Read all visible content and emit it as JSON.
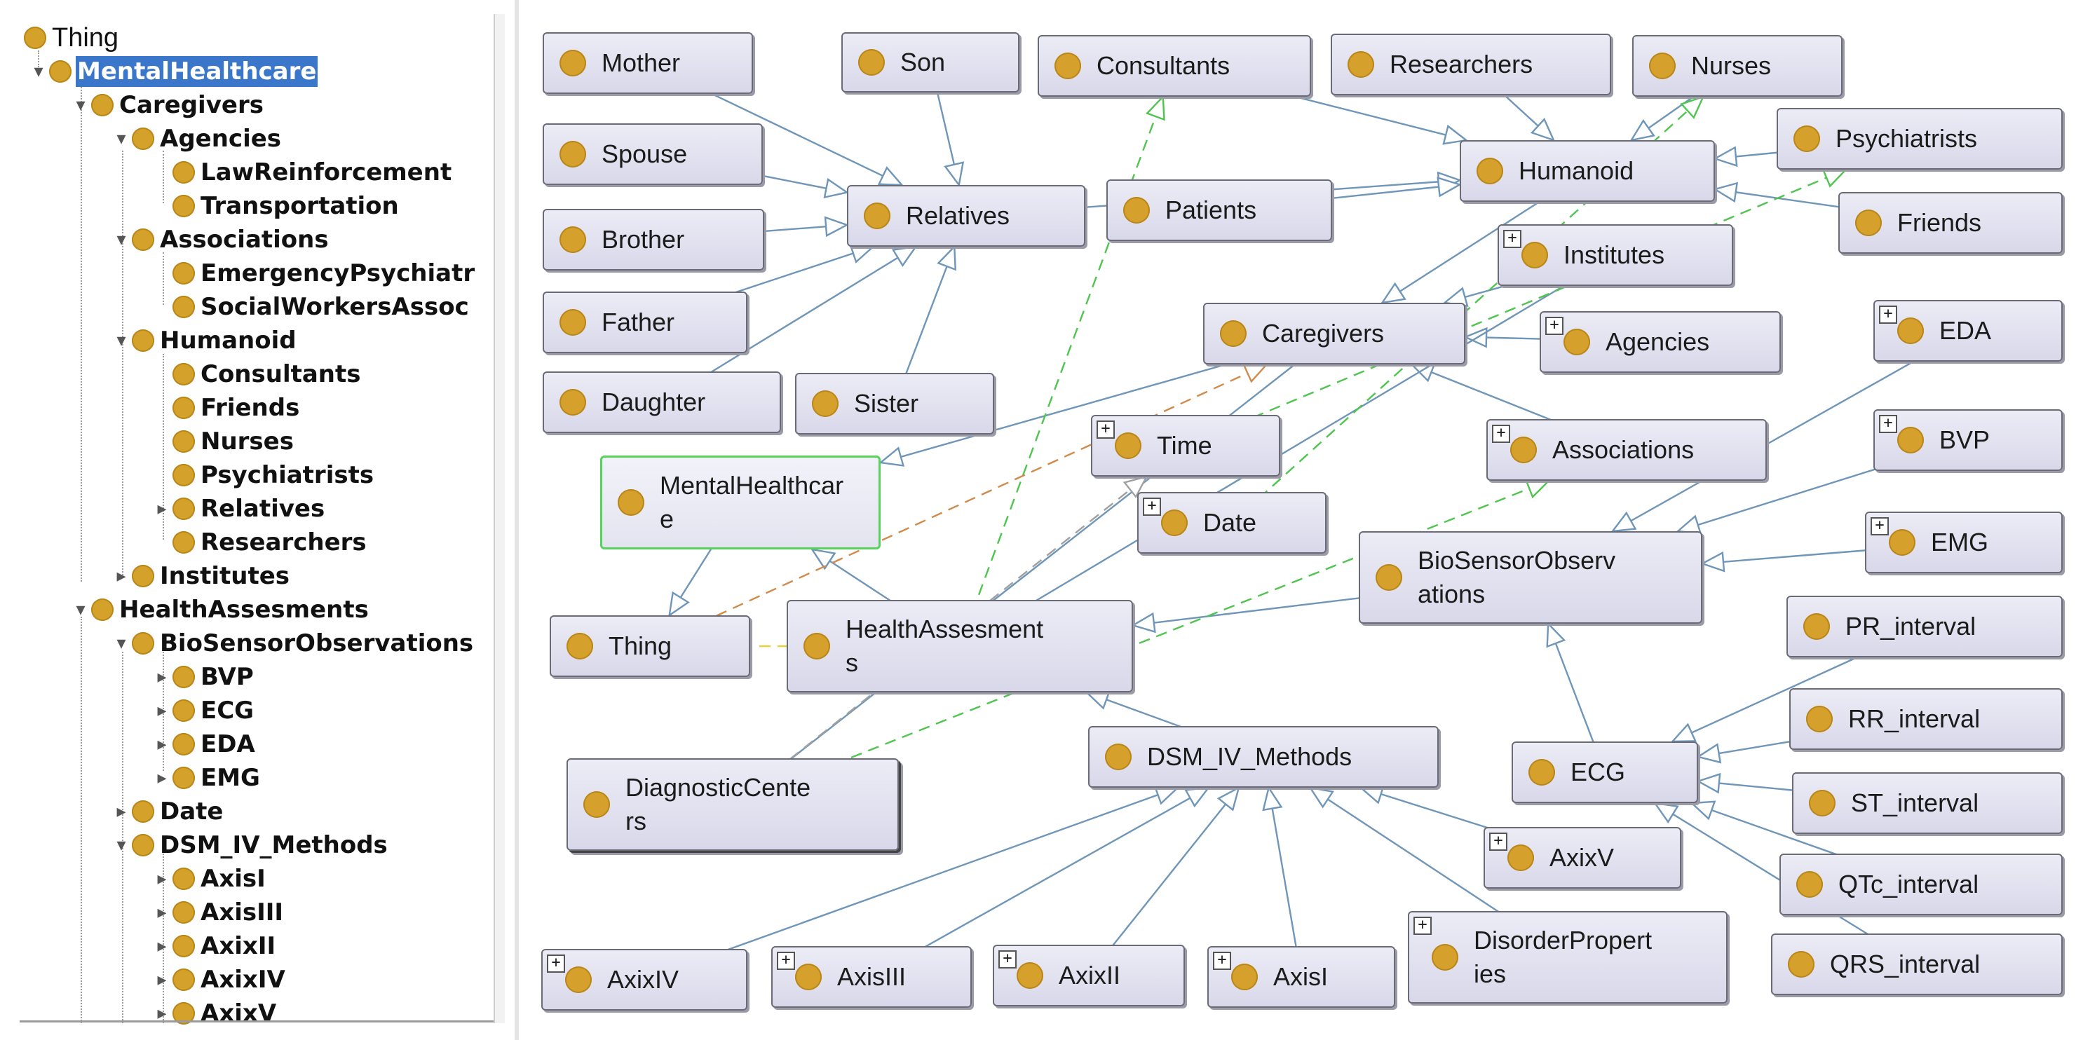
{
  "tree": {
    "items": [
      {
        "label": "Thing"
      },
      {
        "label": "MentalHealthcare"
      },
      {
        "label": "Caregivers"
      },
      {
        "label": "Agencies"
      },
      {
        "label": "LawReinforcement"
      },
      {
        "label": "Transportation"
      },
      {
        "label": "Associations"
      },
      {
        "label": "EmergencyPsychiatr"
      },
      {
        "label": "SocialWorkersAssoc"
      },
      {
        "label": "Humanoid"
      },
      {
        "label": "Consultants"
      },
      {
        "label": "Friends"
      },
      {
        "label": "Nurses"
      },
      {
        "label": "Psychiatrists"
      },
      {
        "label": "Relatives"
      },
      {
        "label": "Researchers"
      },
      {
        "label": "Institutes"
      },
      {
        "label": "HealthAssesments"
      },
      {
        "label": "BioSensorObservations"
      },
      {
        "label": "BVP"
      },
      {
        "label": "ECG"
      },
      {
        "label": "EDA"
      },
      {
        "label": "EMG"
      },
      {
        "label": "Date"
      },
      {
        "label": "DSM_IV_Methods"
      },
      {
        "label": "AxisI"
      },
      {
        "label": "AxisIII"
      },
      {
        "label": "AxixII"
      },
      {
        "label": "AxixIV"
      },
      {
        "label": "AxixV"
      }
    ]
  },
  "graph": {
    "nodes": [
      {
        "id": "mother",
        "label": "Mother",
        "plus": false
      },
      {
        "id": "son",
        "label": "Son",
        "plus": false
      },
      {
        "id": "consultants",
        "label": "Consultants",
        "plus": false
      },
      {
        "id": "researchers",
        "label": "Researchers",
        "plus": false
      },
      {
        "id": "nurses",
        "label": "Nurses",
        "plus": false
      },
      {
        "id": "psychiatrists",
        "label": "Psychiatrists",
        "plus": false
      },
      {
        "id": "spouse",
        "label": "Spouse",
        "plus": false
      },
      {
        "id": "relatives",
        "label": "Relatives",
        "plus": false
      },
      {
        "id": "patients",
        "label": "Patients",
        "plus": false
      },
      {
        "id": "humanoid",
        "label": "Humanoid",
        "plus": false
      },
      {
        "id": "friends",
        "label": "Friends",
        "plus": false
      },
      {
        "id": "brother",
        "label": "Brother",
        "plus": false
      },
      {
        "id": "institutes",
        "label": "Institutes",
        "plus": true
      },
      {
        "id": "father",
        "label": "Father",
        "plus": false
      },
      {
        "id": "caregivers",
        "label": "Caregivers",
        "plus": false
      },
      {
        "id": "agencies",
        "label": "Agencies",
        "plus": true
      },
      {
        "id": "eda",
        "label": "EDA",
        "plus": true
      },
      {
        "id": "daughter",
        "label": "Daughter",
        "plus": false
      },
      {
        "id": "sister",
        "label": "Sister",
        "plus": false
      },
      {
        "id": "time",
        "label": "Time",
        "plus": true
      },
      {
        "id": "associations",
        "label": "Associations",
        "plus": true
      },
      {
        "id": "bvp",
        "label": "BVP",
        "plus": true
      },
      {
        "id": "mentalhealthcare",
        "label": "MentalHealthcar\ne",
        "plus": false
      },
      {
        "id": "date",
        "label": "Date",
        "plus": true
      },
      {
        "id": "biosensor",
        "label": "BioSensorObserv\nations",
        "plus": false
      },
      {
        "id": "emg",
        "label": "EMG",
        "plus": true
      },
      {
        "id": "thing",
        "label": "Thing",
        "plus": false
      },
      {
        "id": "healthassesments",
        "label": "HealthAssesment\ns",
        "plus": false
      },
      {
        "id": "pr",
        "label": "PR_interval",
        "plus": false
      },
      {
        "id": "rr",
        "label": "RR_interval",
        "plus": false
      },
      {
        "id": "diagnostic",
        "label": "DiagnosticCente\nrs",
        "plus": false
      },
      {
        "id": "dsm",
        "label": "DSM_IV_Methods",
        "plus": false
      },
      {
        "id": "ecg",
        "label": "ECG",
        "plus": false
      },
      {
        "id": "st",
        "label": "ST_interval",
        "plus": false
      },
      {
        "id": "axixv",
        "label": "AxixV",
        "plus": true
      },
      {
        "id": "qtc",
        "label": "QTc_interval",
        "plus": false
      },
      {
        "id": "axixiv",
        "label": "AxixIV",
        "plus": true
      },
      {
        "id": "axisiii",
        "label": "AxisIII",
        "plus": true
      },
      {
        "id": "axixii",
        "label": "AxixII",
        "plus": true
      },
      {
        "id": "axisi",
        "label": "AxisI",
        "plus": true
      },
      {
        "id": "disorder",
        "label": "DisorderPropert\nies",
        "plus": true
      },
      {
        "id": "qrs",
        "label": "QRS_interval",
        "plus": false
      }
    ],
    "colors": {
      "subclass_edge": "#6f96b8",
      "green_edge": "#4fc44f",
      "orange_edge": "#d08a4a",
      "yellow_edge": "#e6d040",
      "gray_edge": "#a0a0a0"
    }
  }
}
